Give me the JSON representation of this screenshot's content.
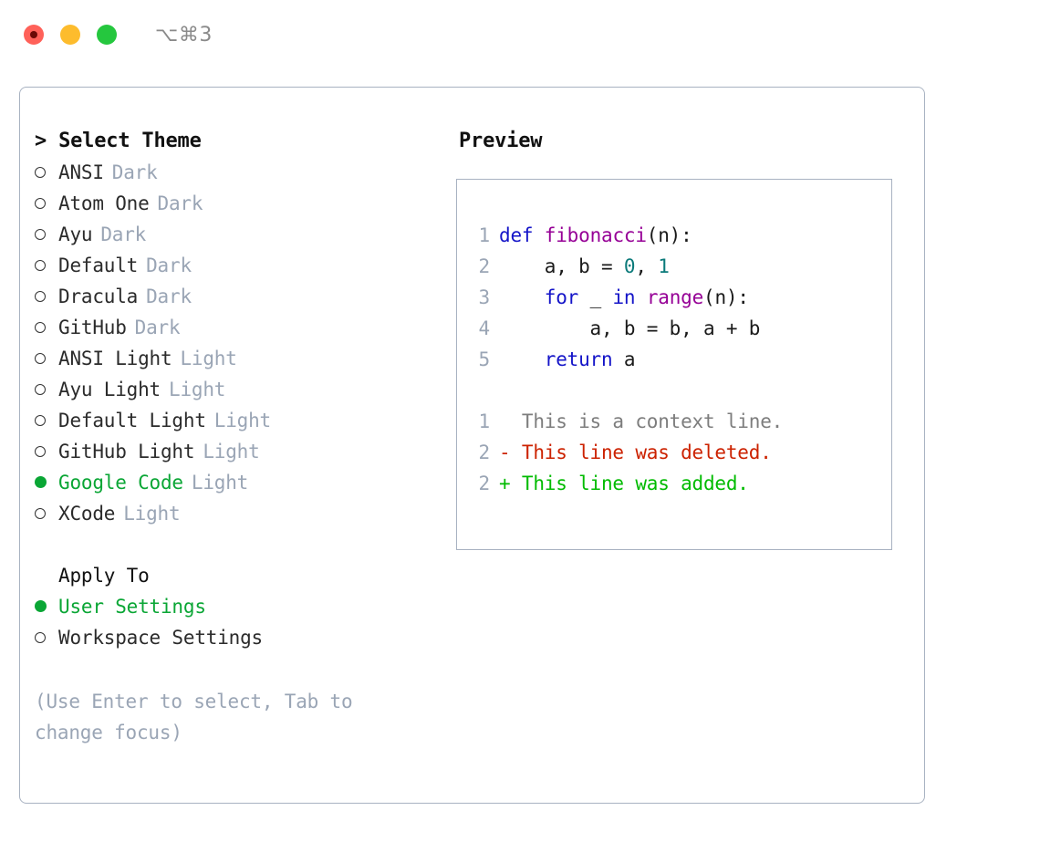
{
  "window": {
    "shortcut_label": "⌥⌘3",
    "traffic_lights": [
      "close",
      "minimize",
      "maximize"
    ]
  },
  "left_panel": {
    "title": "> Select Theme",
    "themes": [
      {
        "marker": "hollow",
        "name": "ANSI",
        "variant": "Dark",
        "selected": false
      },
      {
        "marker": "hollow",
        "name": "Atom One",
        "variant": "Dark",
        "selected": false
      },
      {
        "marker": "hollow",
        "name": "Ayu",
        "variant": "Dark",
        "selected": false
      },
      {
        "marker": "hollow",
        "name": "Default",
        "variant": "Dark",
        "selected": false
      },
      {
        "marker": "hollow",
        "name": "Dracula",
        "variant": "Dark",
        "selected": false
      },
      {
        "marker": "hollow",
        "name": "GitHub",
        "variant": "Dark",
        "selected": false
      },
      {
        "marker": "hollow",
        "name": "ANSI Light",
        "variant": "Light",
        "selected": false
      },
      {
        "marker": "hollow",
        "name": "Ayu Light",
        "variant": "Light",
        "selected": false
      },
      {
        "marker": "hollow",
        "name": "Default Light",
        "variant": "Light",
        "selected": false
      },
      {
        "marker": "hollow",
        "name": "GitHub Light",
        "variant": "Light",
        "selected": false
      },
      {
        "marker": "filled",
        "name": "Google Code",
        "variant": "Light",
        "selected": true
      },
      {
        "marker": "hollow",
        "name": "XCode",
        "variant": "Light",
        "selected": false
      }
    ],
    "apply_to": {
      "header": "Apply To",
      "options": [
        {
          "marker": "filled",
          "name": "User Settings",
          "selected": true
        },
        {
          "marker": "hollow",
          "name": "Workspace Settings",
          "selected": false
        }
      ]
    },
    "hint": "(Use Enter to select, Tab to change focus)"
  },
  "right_panel": {
    "title": "Preview",
    "code_lines": [
      {
        "num": "1",
        "tokens": [
          {
            "t": "def",
            "c": "kw"
          },
          {
            "t": " ",
            "c": "plain"
          },
          {
            "t": "fibonacci",
            "c": "fn"
          },
          {
            "t": "(n):",
            "c": "plain"
          }
        ]
      },
      {
        "num": "2",
        "tokens": [
          {
            "t": "    a, b = ",
            "c": "plain"
          },
          {
            "t": "0",
            "c": "num"
          },
          {
            "t": ", ",
            "c": "plain"
          },
          {
            "t": "1",
            "c": "num"
          }
        ]
      },
      {
        "num": "3",
        "tokens": [
          {
            "t": "    ",
            "c": "plain"
          },
          {
            "t": "for",
            "c": "kw"
          },
          {
            "t": " _ ",
            "c": "plain"
          },
          {
            "t": "in",
            "c": "kw"
          },
          {
            "t": " ",
            "c": "plain"
          },
          {
            "t": "range",
            "c": "fn"
          },
          {
            "t": "(n):",
            "c": "plain"
          }
        ]
      },
      {
        "num": "4",
        "tokens": [
          {
            "t": "        a, b = b, a + b",
            "c": "plain"
          }
        ]
      },
      {
        "num": "5",
        "tokens": [
          {
            "t": "    ",
            "c": "plain"
          },
          {
            "t": "return",
            "c": "kw"
          },
          {
            "t": " a",
            "c": "plain"
          }
        ]
      }
    ],
    "diff_lines": [
      {
        "num": "1",
        "prefix": "  ",
        "text": "This is a context line.",
        "kind": "ctx"
      },
      {
        "num": "2",
        "prefix": "- ",
        "text": "This line was deleted.",
        "kind": "del"
      },
      {
        "num": "2",
        "prefix": "+ ",
        "text": "This line was added.",
        "kind": "add"
      }
    ]
  },
  "colors": {
    "accent_green": "#0aa635",
    "muted": "#9aa5b5",
    "border": "#a8b2c1",
    "keyword": "#1414c8",
    "function": "#960096",
    "number": "#0b7a7a",
    "diff_add": "#00bb00",
    "diff_del": "#cc2200",
    "diff_ctx": "#7d7d7d",
    "traffic_red": "#ff6159",
    "traffic_yellow": "#fdbc2d",
    "traffic_green": "#25c73e"
  }
}
